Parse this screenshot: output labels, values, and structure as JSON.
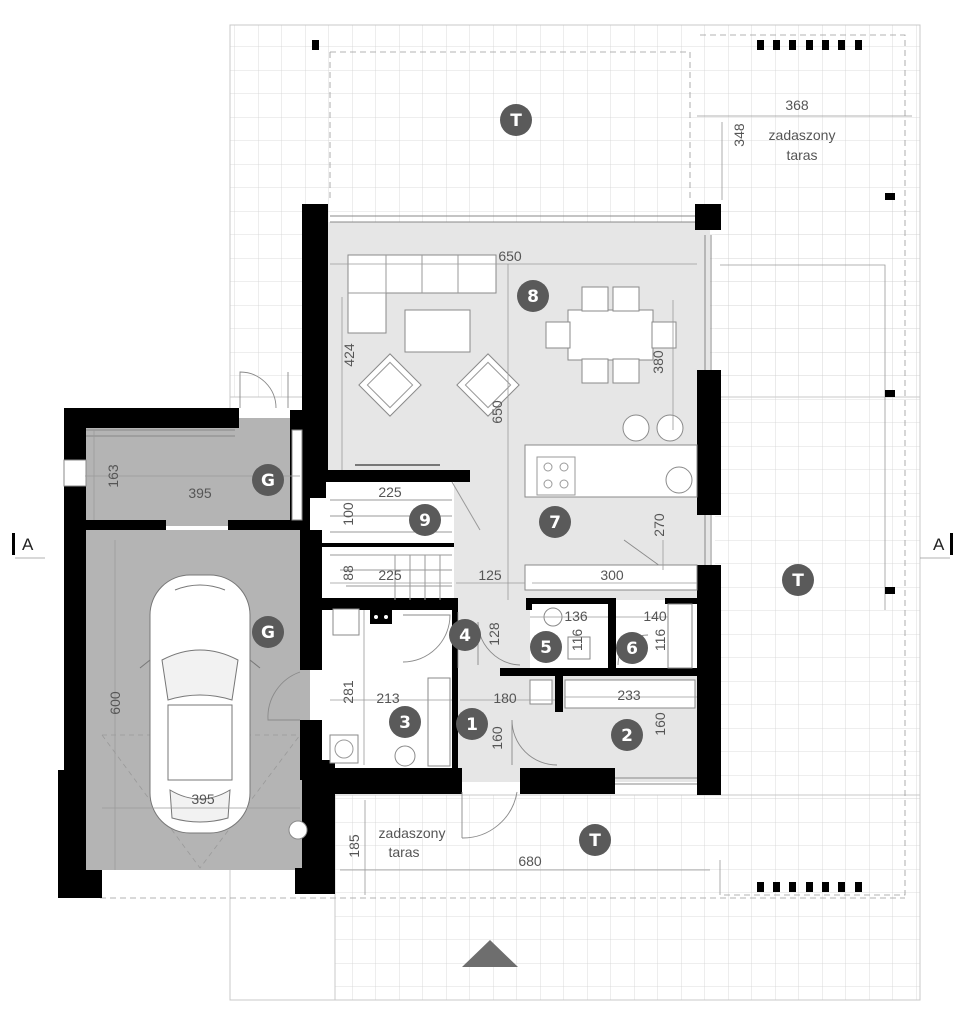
{
  "rooms": {
    "1": "1",
    "2": "2",
    "3": "3",
    "4": "4",
    "5": "5",
    "6": "6",
    "7": "7",
    "8": "8",
    "9": "9",
    "garage": "G",
    "terrace": "T"
  },
  "dimensions": {
    "terrace_right_w": "368",
    "terrace_right_h": "348",
    "living_w": "650",
    "living_h": "424",
    "dining_h": "380",
    "kitchen_h": "650",
    "kitchen_side_h": "270",
    "garage_top_h": "163",
    "garage_top_w": "395",
    "stairs_top_w": "225",
    "stairs_top_h": "100",
    "stairs_bot_w": "225",
    "stairs_bot_h": "88",
    "hall_w": "125",
    "kitchen_w": "300",
    "wc_w": "136",
    "wc_h": "116",
    "pantry_w": "140",
    "pantry_h": "116",
    "hall4_h": "128",
    "bath_h": "281",
    "bath_w": "213",
    "hall1_w": "180",
    "hall1_h": "160",
    "room2_w": "233",
    "room2_h": "160",
    "garage_h": "600",
    "garage_w": "395",
    "terrace_front_h": "185",
    "terrace_front_w": "680"
  },
  "labels": {
    "covered_terrace_top_1": "zadaszony",
    "covered_terrace_top_2": "taras",
    "covered_terrace_front_1": "zadaszony",
    "covered_terrace_front_2": "taras"
  },
  "section": {
    "left": "A",
    "right": "A"
  },
  "colors": {
    "wall": "#000000",
    "floor_light": "#e6e6e6",
    "floor_garage": "#b4b4b4",
    "badge": "#5a5a5a",
    "terrace_grid": "#d0d0d0"
  }
}
